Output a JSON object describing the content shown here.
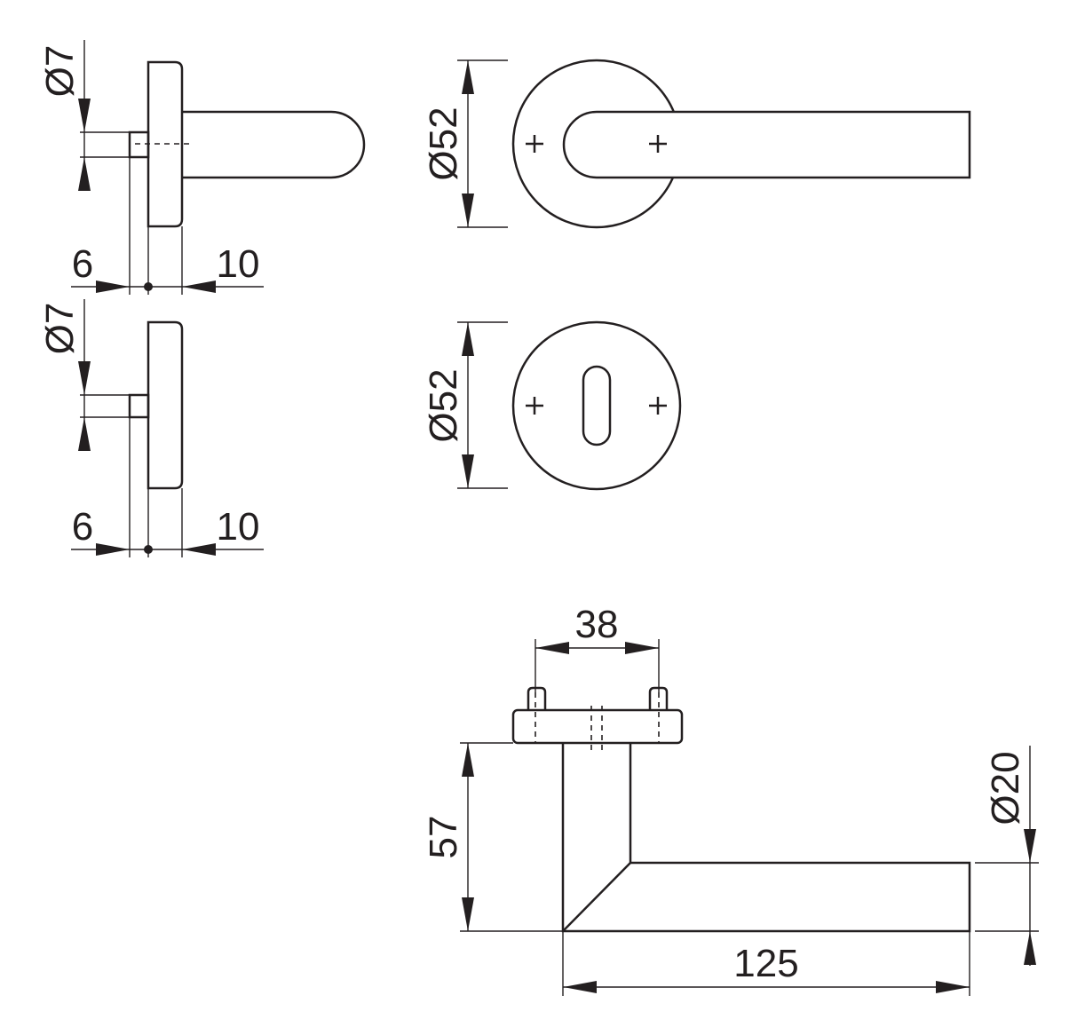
{
  "dimensions": {
    "side_lever": {
      "spindle_diameter": "Ø7",
      "left_offset": "6",
      "right_offset": "10"
    },
    "front_lever": {
      "rose_diameter": "Ø52"
    },
    "side_escutcheon": {
      "spindle_diameter": "Ø7",
      "left_offset": "6",
      "right_offset": "10"
    },
    "front_escutcheon": {
      "rose_diameter": "Ø52"
    },
    "top_view": {
      "screw_spacing": "38",
      "projection": "57",
      "length": "125",
      "grip_diameter": "Ø20"
    }
  },
  "colors": {
    "ink": "#231f20",
    "background": "#ffffff"
  }
}
